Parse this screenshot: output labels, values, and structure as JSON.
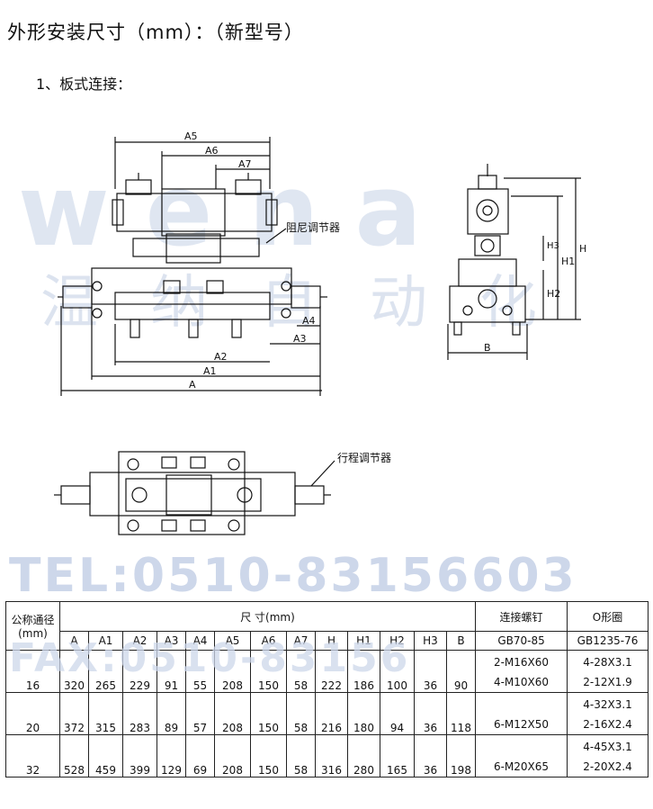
{
  "title": "外形安装尺寸（mm）：（新型号）",
  "subtitle": "1、板式连接：",
  "labels": {
    "a5": "A5",
    "a6": "A6",
    "a7": "A7",
    "a4": "A4",
    "a3": "A3",
    "a2": "A2",
    "a1": "A1",
    "a": "A",
    "h": "H",
    "h1": "H1",
    "h2": "H2",
    "h3": "H3",
    "b": "B",
    "damper": "阻尼调节器",
    "stroke": "行程调节器"
  },
  "watermark": {
    "logo": "wena",
    "cn": "温纳自动化",
    "tel": "TEL:0510-83156603",
    "fax": "FAX:0510-83156"
  },
  "table": {
    "h_nominal": "公称通径",
    "h_nominal_unit": "(mm)",
    "h_dims": "尺     寸(mm)",
    "h_bolt": "连接螺钉",
    "h_oring": "O形圈",
    "dim_cols": [
      "A",
      "A1",
      "A2",
      "A3",
      "A4",
      "A5",
      "A6",
      "A7",
      "H",
      "H1",
      "H2",
      "H3",
      "B"
    ],
    "bolt_std": "GB70-85",
    "oring_std": "GB1235-76",
    "rows": [
      {
        "size": "16",
        "vals": [
          "320",
          "265",
          "229",
          "91",
          "55",
          "208",
          "150",
          "58",
          "222",
          "186",
          "100",
          "36",
          "90"
        ],
        "bolt": [
          "2-M16X60",
          "4-M10X60"
        ],
        "oring": [
          "4-28X3.1",
          "2-12X1.9"
        ]
      },
      {
        "size": "20",
        "vals": [
          "372",
          "315",
          "283",
          "89",
          "57",
          "208",
          "150",
          "58",
          "216",
          "180",
          "94",
          "36",
          "118"
        ],
        "bolt": [
          "6-M12X50"
        ],
        "oring": [
          "4-32X3.1",
          "2-16X2.4"
        ]
      },
      {
        "size": "32",
        "vals": [
          "528",
          "459",
          "399",
          "129",
          "69",
          "208",
          "150",
          "58",
          "316",
          "280",
          "165",
          "36",
          "198"
        ],
        "bolt": [
          "6-M20X65"
        ],
        "oring": [
          "4-45X3.1",
          "2-20X2.4"
        ]
      }
    ]
  }
}
